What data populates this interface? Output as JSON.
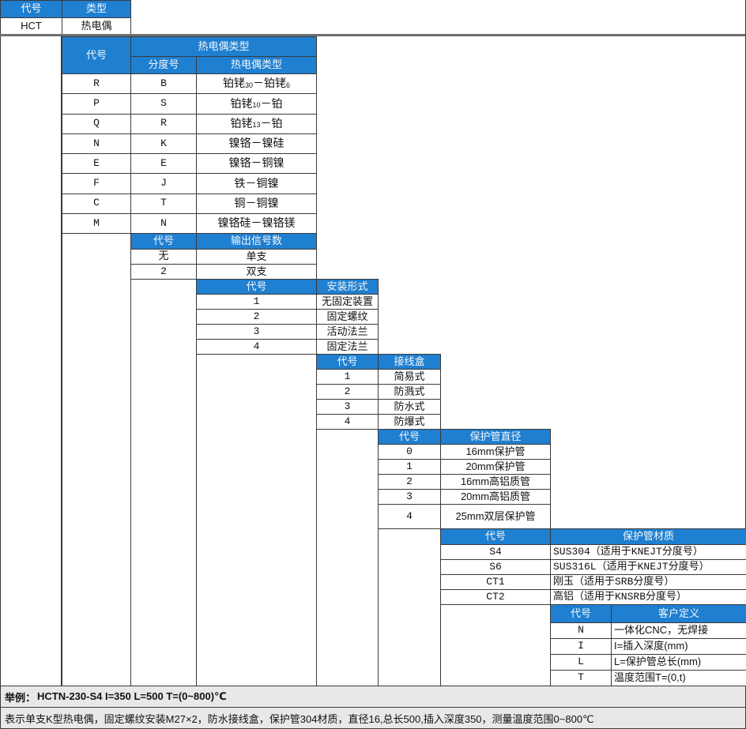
{
  "colors": {
    "header_blue": "#1f7fd0",
    "border": "#3a3a3a",
    "footer_bg": "#e8e8e8"
  },
  "top_table": {
    "headers": [
      "代号",
      "类型"
    ],
    "row": [
      "HCT",
      "热电偶"
    ]
  },
  "thermocouple_type": {
    "code_header": "代号",
    "group_header": "热电偶类型",
    "sub_headers": [
      "分度号",
      "热电偶类型"
    ],
    "rows": [
      [
        "R",
        "B",
        [
          {
            "t": "铂铑"
          },
          {
            "t": "30",
            "sub": true
          },
          {
            "t": "－铂铑"
          },
          {
            "t": "6",
            "sub": true
          }
        ]
      ],
      [
        "P",
        "S",
        [
          {
            "t": "铂铑"
          },
          {
            "t": "10",
            "sub": true
          },
          {
            "t": "－铂"
          }
        ]
      ],
      [
        "Q",
        "R",
        [
          {
            "t": "铂铑"
          },
          {
            "t": "13",
            "sub": true
          },
          {
            "t": "－铂"
          }
        ]
      ],
      [
        "N",
        "K",
        [
          {
            "t": "镍铬－镍硅"
          }
        ]
      ],
      [
        "E",
        "E",
        [
          {
            "t": "镍铬－铜镍"
          }
        ]
      ],
      [
        "F",
        "J",
        [
          {
            "t": "铁－铜镍"
          }
        ]
      ],
      [
        "C",
        "T",
        [
          {
            "t": "铜－铜镍"
          }
        ]
      ],
      [
        "M",
        "N",
        [
          {
            "t": "镍铬硅－镍铬镁"
          }
        ]
      ]
    ]
  },
  "output_signal": {
    "headers": [
      "代号",
      "输出信号数"
    ],
    "rows": [
      [
        "无",
        "单支"
      ],
      [
        "2",
        "双支"
      ]
    ]
  },
  "mounting": {
    "headers": [
      "代号",
      "安装形式"
    ],
    "rows": [
      [
        "1",
        "无固定装置"
      ],
      [
        "2",
        "固定螺纹"
      ],
      [
        "3",
        "活动法兰"
      ],
      [
        "4",
        "固定法兰"
      ]
    ]
  },
  "junction_box": {
    "headers": [
      "代号",
      "接线盒"
    ],
    "rows": [
      [
        "1",
        "简易式"
      ],
      [
        "2",
        "防溅式"
      ],
      [
        "3",
        "防水式"
      ],
      [
        "4",
        "防爆式"
      ]
    ]
  },
  "tube_diameter": {
    "headers": [
      "代号",
      "保护管直径"
    ],
    "rows": [
      [
        "0",
        "16mm保护管"
      ],
      [
        "1",
        "20mm保护管"
      ],
      [
        "2",
        "16mm高铝质管"
      ],
      [
        "3",
        "20mm高铝质管"
      ],
      [
        "4",
        "25mm双层保护管"
      ]
    ]
  },
  "tube_material": {
    "headers": [
      "代号",
      "保护管材质"
    ],
    "rows": [
      [
        "S4",
        "SUS304（适用于KNEJT分度号）"
      ],
      [
        "S6",
        "SUS316L（适用于KNEJT分度号）"
      ],
      [
        "CT1",
        "刚玉（适用于SRB分度号）"
      ],
      [
        "CT2",
        "高铝（适用于KNSRB分度号）"
      ]
    ]
  },
  "customer": {
    "headers": [
      "代号",
      "客户定义"
    ],
    "rows": [
      [
        "N",
        "一体化CNC，无焊接"
      ],
      [
        "I",
        "I=插入深度(mm)"
      ],
      [
        "L",
        "L=保护管总长(mm)"
      ],
      [
        "T",
        "温度范围T=(0,t)"
      ]
    ]
  },
  "footer": {
    "example_label": "举例：",
    "example_value": "HCTN-230-S4 I=350 L=500 T=(0~800)℃",
    "description": "表示单支K型热电偶，固定螺纹安装M27×2，防水接线盒，保护管304材质，直径16,总长500,插入深度350，测量温度范围0~800℃"
  }
}
